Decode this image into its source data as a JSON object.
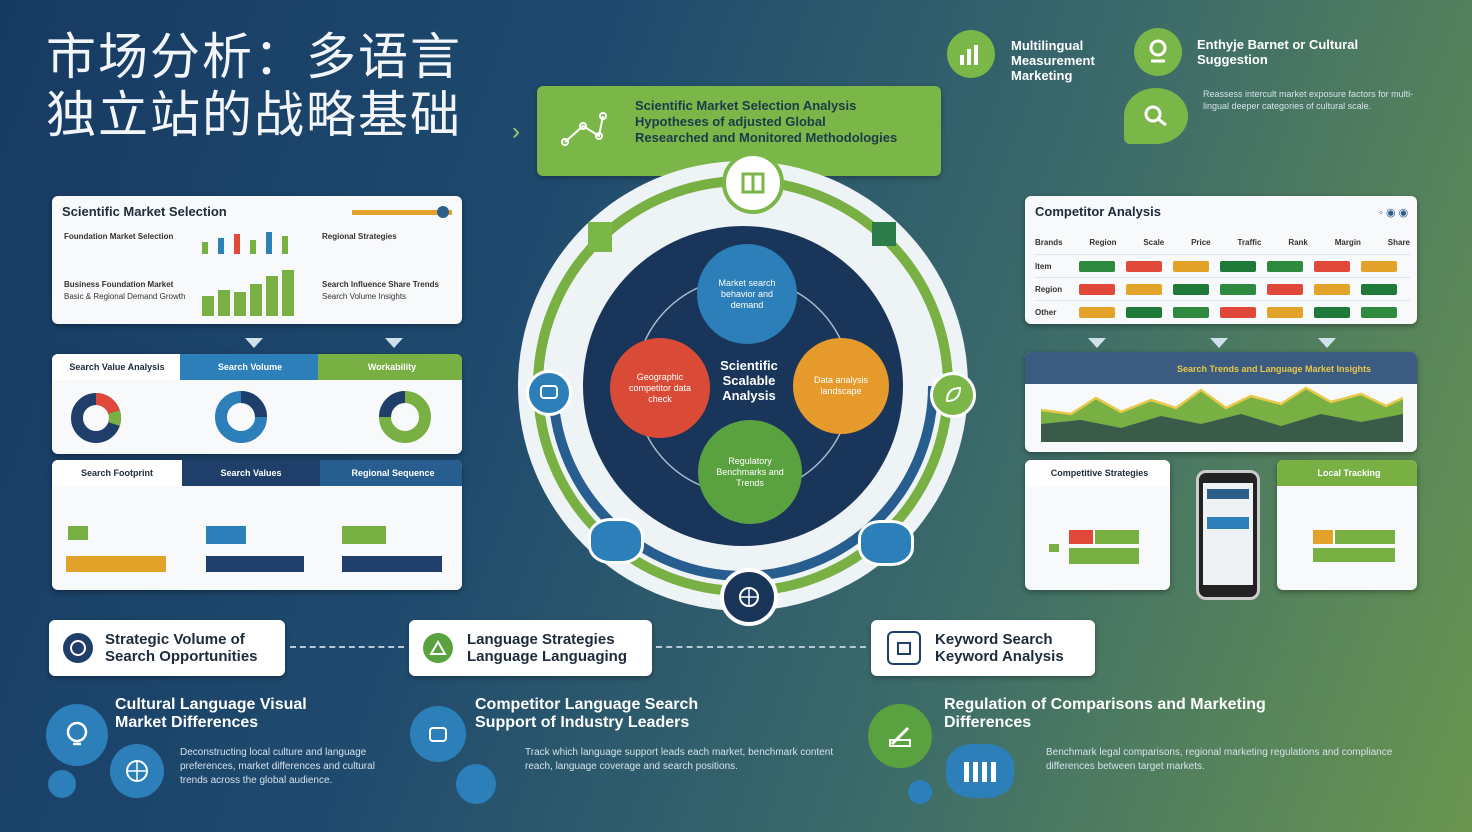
{
  "title": {
    "line1": "市场分析：多语言",
    "line2": "独立站的战略基础"
  },
  "top_right": {
    "item1": "Multilingual Measurement Marketing",
    "item2": "Enthyje Barnet or Cultural Suggestion",
    "note": "Reassess intercult market exposure factors for multi-lingual deeper categories of cultural scale."
  },
  "banner": {
    "line1": "Scientific Market Selection Analysis",
    "line2": "Hypotheses of adjusted Global",
    "line3": "Researched and Monitored Methodologies"
  },
  "left_panel": {
    "title": "Scientific Market Selection",
    "row1_label": "Foundation Market Selection",
    "row1_right": "Regional Strategies",
    "row2_label": "Business Foundation Market",
    "row2_right": "Search Influence Share Trends",
    "row2_sub": "Basic & Regional Demand Growth",
    "row2_right_sub": "Search Volume Insights"
  },
  "left_mid": {
    "h1": "Search Value Analysis",
    "h2": "Search Volume",
    "h3": "Workability"
  },
  "left_low": {
    "h1": "Search Footprint",
    "h2": "Search Values",
    "h3": "Regional Sequence"
  },
  "center": {
    "core": "Scientific Scalable Analysis",
    "top": "Market search behavior and demand",
    "left": "Geographic competitor data check",
    "right": "Data analysis landscape",
    "bottom": "Regulatory Benchmarks and Trends"
  },
  "competitor": {
    "title": "Competitor Analysis",
    "cols": [
      "Brands",
      "Region",
      "Scale",
      "Price",
      "Traffic",
      "Rank",
      "Margin",
      "Share"
    ],
    "rows": [
      "Item",
      "Region",
      "Other"
    ]
  },
  "trend": {
    "title": "Search Trends and Language Market Insights"
  },
  "right_low": {
    "h1": "Competitive Strategies",
    "h2": "Local Tracking"
  },
  "tags": {
    "t1": "Strategic Volume of Search Opportunities",
    "t2": "Language Strategies Language Languaging",
    "t3": "Keyword Search Keyword Analysis"
  },
  "bottom": {
    "c1_head": "Cultural Language Visual Market Differences",
    "c1_text": "Deconstructing local culture and language preferences, market differences and cultural trends across the global audience.",
    "c2_head": "Competitor Language Search Support of Industry Leaders",
    "c2_text": "Track which language support leads each market, benchmark content reach, language coverage and search positions.",
    "c3_head": "Regulation of Comparisons and Marketing Differences",
    "c3_text": "Benchmark legal comparisons, regional marketing regulations and compliance differences between target markets."
  }
}
